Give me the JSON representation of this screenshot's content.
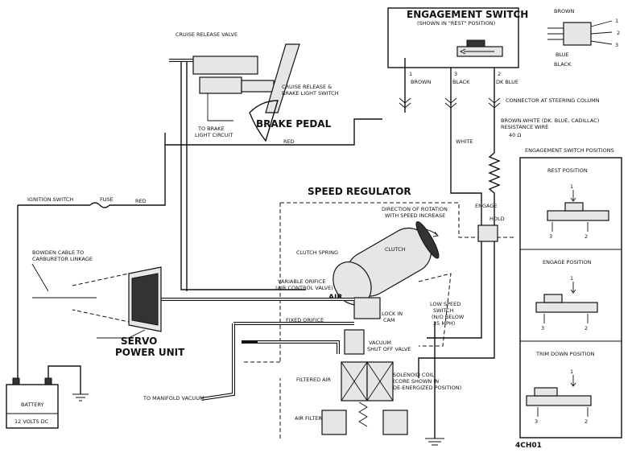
{
  "labels": {
    "engagement_switch": "ENGAGEMENT SWITCH",
    "shown_in_rest": "(SHOWN IN \"REST\" POSITION)",
    "brown_top": "BROWN",
    "blue": "BLUE",
    "black_top": "BLACK",
    "pin1": "1",
    "pin2": "2",
    "pin3": "3",
    "cruise_release_valve": "CRUISE RELEASE VALVE",
    "cruise_release_brake_1": "CRUISE RELEASE &",
    "cruise_release_brake_2": "BRAKE LIGHT SWITCH",
    "to_brake_1": "TO BRAKE",
    "to_brake_2": "LIGHT CIRCUIT",
    "brake_pedal": "BRAKE PEDAL",
    "red_top": "RED",
    "brown_wire": "BROWN",
    "black_wire": "BLACK",
    "dk_blue": "DK BLUE",
    "connector": "CONNECTOR AT STEERING COLUMN",
    "white": "WHITE",
    "brown_white_1": "BROWN-WHITE (DK. BLUE, CADILLAC)",
    "brown_white_2": "RESISTANCE WIRE",
    "ohms": "40 Ω",
    "engagement_switch_positions": "ENGAGEMENT SWITCH POSITIONS",
    "rest_position": "REST POSITION",
    "engage_position": "ENGAGE POSITION",
    "trim_down_position": "TRIM DOWN POSITION",
    "ignition_switch": "IGNITION SWITCH",
    "fuse": "FUSE",
    "red_ignition": "RED",
    "speed_regulator": "SPEED REGULATOR",
    "direction_1": "DIRECTION OF ROTATION",
    "direction_2": "WITH SPEED INCREASE",
    "engage": "ENGAGE",
    "hold": "HOLD",
    "clutch_spring": "CLUTCH SPRING",
    "clutch": "CLUTCH",
    "bowden_1": "BOWDEN CABLE TO",
    "bowden_2": "CARBURETOR LINKAGE",
    "variable_orifice_1": "VARIABLE ORIFICE",
    "variable_orifice_2": "(AIR CONTROL VALVE)",
    "air": "AIR",
    "fixed_orifice": "FIXED ORIFICE",
    "lock_in_1": "LOCK IN",
    "lock_in_2": "CAM",
    "low_speed_1": "LOW SPEED",
    "low_speed_2": "SWITCH",
    "low_speed_3": "(N/O BELOW",
    "low_speed_4": "35 MPH)",
    "servo_1": "SERVO",
    "servo_2": "POWER UNIT",
    "vacuum_1": "VACUUM",
    "vacuum_2": "SHUT OFF VALVE",
    "filtered_air": "FILTERED AIR",
    "solenoid_1": "SOLENOID COIL",
    "solenoid_2": "(CORE SHOWN IN",
    "solenoid_3": "DE-ENERGIZED POSITION)",
    "battery": "BATTERY",
    "volts": "12 VOLTS DC",
    "to_manifold": "TO MANIFOLD VACUUM",
    "air_filter": "AIR FILTER",
    "figure_code": "4CH01"
  }
}
